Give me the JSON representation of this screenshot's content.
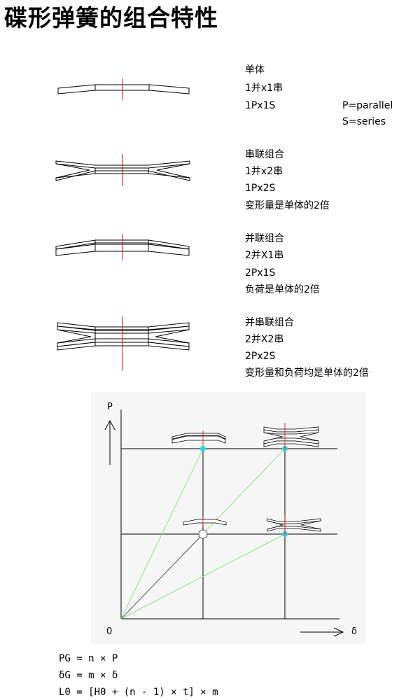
{
  "title": "碟形弹簧的组合特性",
  "legend": {
    "p": "P=parallel",
    "s": "S=series"
  },
  "combinations": [
    {
      "name": "单体",
      "jp": "1并x1串",
      "code": "1Px1S",
      "note": ""
    },
    {
      "name": "串联组合",
      "jp": "1并x2串",
      "code": "1Px2S",
      "note": "变形量是单体的2倍"
    },
    {
      "name": "并联组合",
      "jp": "2并X1串",
      "code": "2Px1S",
      "note": "负荷是单体的2倍"
    },
    {
      "name": "并串联组合",
      "jp": "2并X2串",
      "code": "2Px2S",
      "note": "变形量和负荷均是单体的2倍"
    }
  ],
  "graph": {
    "y_label": "P",
    "x_label": "δ",
    "origin_label": "0"
  },
  "formulas": [
    "PG = n × P",
    "δG = m × δ",
    "L0 = [H0 + (n - 1) × t] × m"
  ],
  "colors": {
    "centerline": "#e60000",
    "green": "#8fe88f",
    "point": "#2ed3d3",
    "dark": "#6d6d6d"
  }
}
